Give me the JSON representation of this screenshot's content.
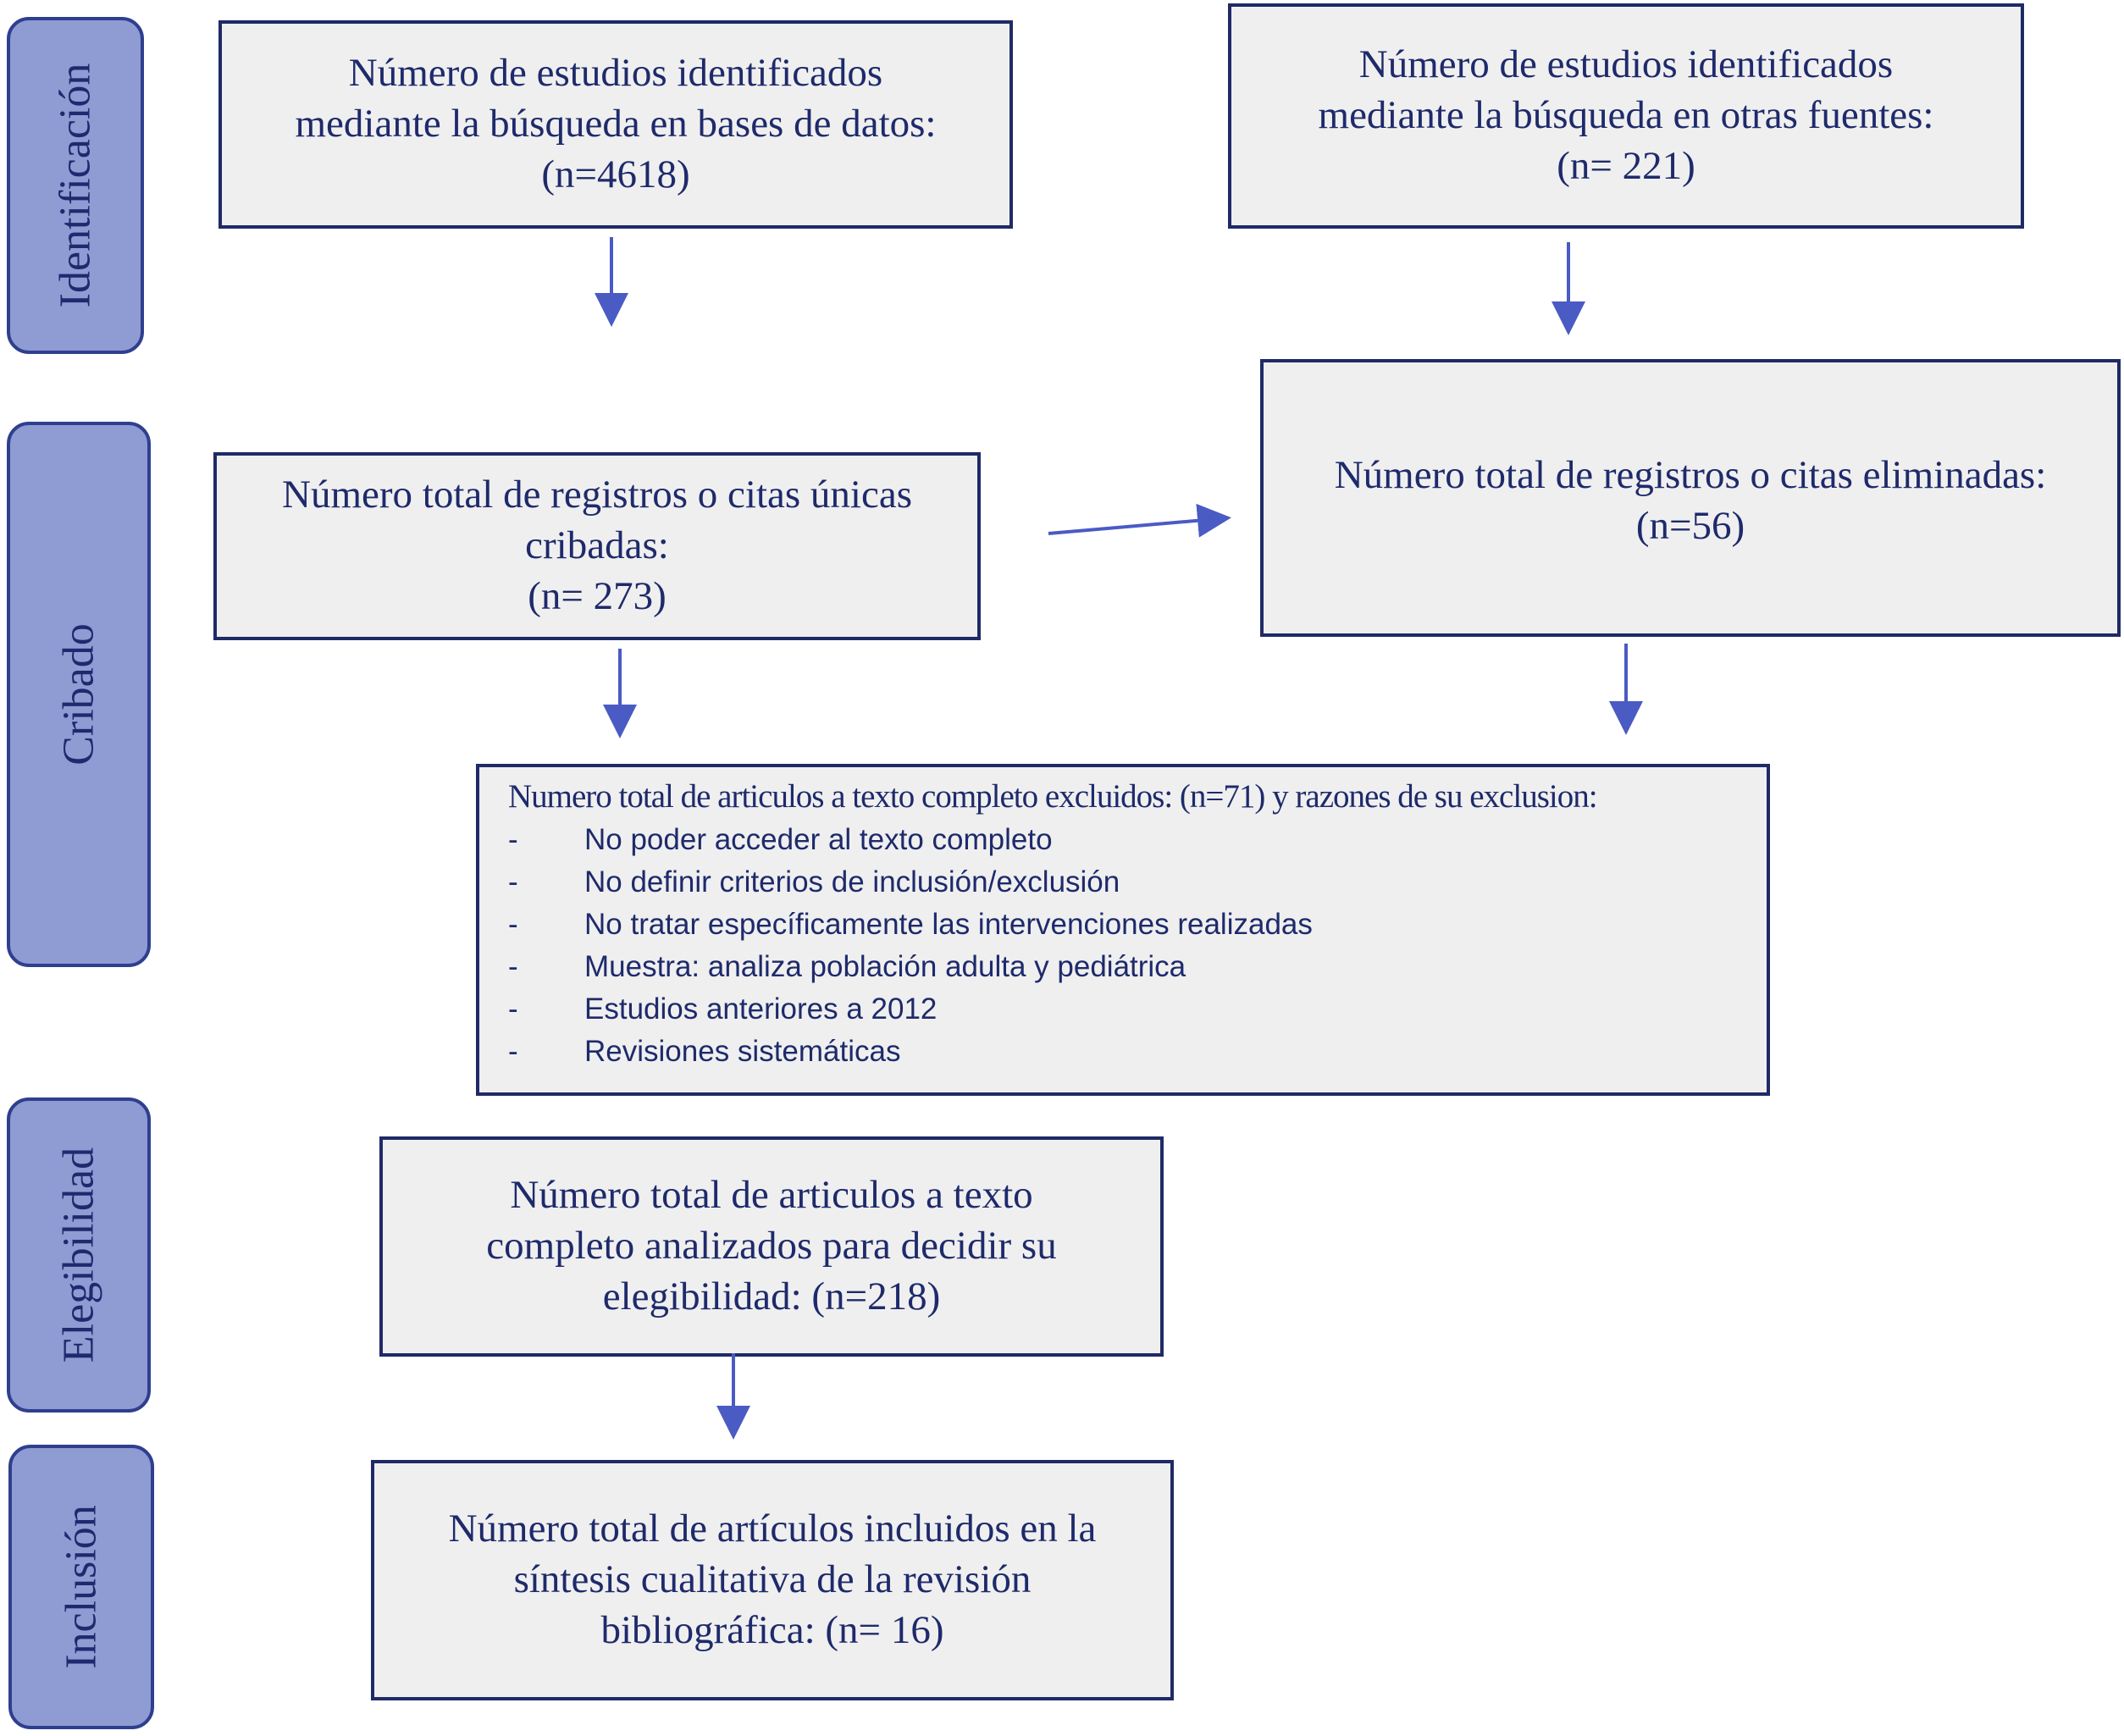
{
  "phases": {
    "identificacion": "Identificación",
    "cribado": "Cribado",
    "elegibilidad": "Elegibilidad",
    "inclusion": "Inclusión"
  },
  "boxes": {
    "databases": {
      "line1": "Número de estudios identificados",
      "line2": "mediante la búsqueda en bases de datos:",
      "line3": "(n=4618)"
    },
    "other_sources": {
      "line1": "Número de estudios identificados",
      "line2": "mediante la búsqueda en otras fuentes:",
      "line3": "(n= 221)"
    },
    "screened": {
      "line1": "Número total de registros o citas únicas",
      "line2": "cribadas:",
      "line3": "(n= 273)"
    },
    "removed": {
      "line1": "Número total de registros o citas eliminadas:",
      "line2": "(n=56)"
    },
    "excluded": {
      "title": "Numero total de articulos a texto completo excluidos: (n=71) y razones de su exclusion:",
      "reasons": [
        "No poder acceder al texto completo",
        "No definir criterios de inclusión/exclusión",
        "No tratar específicamente las intervenciones realizadas",
        "Muestra: analiza población adulta y pediátrica",
        "Estudios anteriores a 2012",
        "Revisiones sistemáticas"
      ]
    },
    "eligibility": {
      "line1": "Número total de articulos a texto",
      "line2": "completo analizados para decidir su",
      "line3": "elegibilidad: (n=218)"
    },
    "included": {
      "line1": "Número total de artículos incluidos en la",
      "line2": "síntesis cualitativa de la revisión",
      "line3": "bibliográfica: (n= 16)"
    }
  },
  "colors": {
    "phase_fill": "#8f9bd3",
    "box_fill": "#efefef",
    "border": "#1f2a66",
    "arrow": "#4a5bc4",
    "text": "#1e2a6b"
  }
}
